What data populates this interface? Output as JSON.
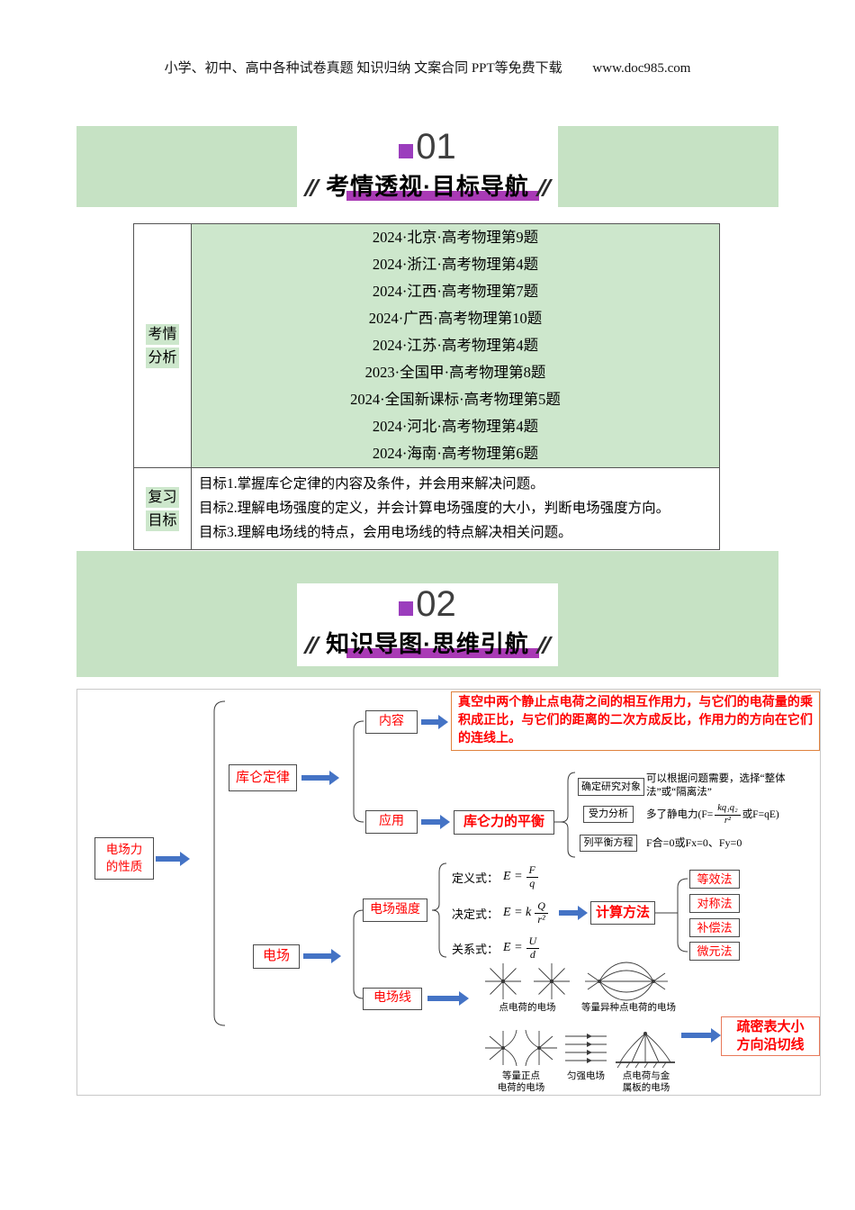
{
  "header": {
    "text": "小学、初中、高中各种试卷真题 知识归纳 文案合同 PPT等免费下载",
    "url": "www.doc985.com"
  },
  "sections": {
    "s1": {
      "number": "01",
      "title": "考情透视·目标导航"
    },
    "s2": {
      "number": "02",
      "title": "知识导图·思维引航"
    }
  },
  "table": {
    "analysis_label": [
      "考情",
      "分析"
    ],
    "exam_items": [
      "2024·北京·高考物理第9题",
      "2024·浙江·高考物理第4题",
      "2024·江西·高考物理第7题",
      "2024·广西·高考物理第10题",
      "2024·江苏·高考物理第4题",
      "2023·全国甲·高考物理第8题",
      "2024·全国新课标·高考物理第5题",
      "2024·河北·高考物理第4题",
      "2024·海南·高考物理第6题"
    ],
    "goals_label": [
      "复习",
      "目标"
    ],
    "goals": [
      "目标1.掌握库仑定律的内容及条件，并会用来解决问题。",
      "目标2.理解电场强度的定义，并会计算电场强度的大小，判断电场强度方向。",
      "目标3.理解电场线的特点，会用电场线的特点解决相关问题。"
    ]
  },
  "mindmap": {
    "root": "电场力\n的性质",
    "coulomb": "库仑定律",
    "content_label": "内容",
    "content_text": "真空中两个静止点电荷之间的相互作用力，与它们的电荷量的乘积成正比，与它们的距离的二次方成反比，作用力的方向在它们的连线上。",
    "apply_label": "应用",
    "balance_title": "库仑力的平衡",
    "balance_rows": [
      {
        "label": "确定研究对象",
        "desc": "可以根据问题需要，选择“整体法”或“隔离法”"
      },
      {
        "label": "受力分析",
        "desc_prefix": "多了静电力(F= ",
        "frac_num": "kq₁q₂",
        "frac_den": "r²",
        "desc_suffix": " 或F=qE)"
      },
      {
        "label": "列平衡方程",
        "desc": "F合=0或Fx=0、Fy=0"
      }
    ],
    "field": "电场",
    "strength_label": "电场强度",
    "formulas": [
      {
        "name": "定义式：",
        "lhs": "E =",
        "num": "F",
        "den": "q"
      },
      {
        "name": "决定式：",
        "lhs": "E = k",
        "num": "Q",
        "den": "r²"
      },
      {
        "name": "关系式：",
        "lhs": "E =",
        "num": "U",
        "den": "d"
      }
    ],
    "calc_label": "计算方法",
    "methods": [
      "等效法",
      "对称法",
      "补偿法",
      "微元法"
    ],
    "lines_label": "电场线",
    "diagram_labels": [
      "点电荷的电场",
      "等量异种点电荷的电场",
      "等量正点\n电荷的电场",
      "匀强电场",
      "点电荷与金\n属板的电场"
    ],
    "conclusion": "疏密表大小\n方向沿切线"
  },
  "colors": {
    "banner_green": "#c6e2c4",
    "cell_green": "#cde7cc",
    "accent_purple": "#9b3dbd",
    "highlight_magenta": "#a93ab5",
    "text_red": "#ff0000",
    "content_box_orange": "#e0823e",
    "conclusion_box_red": "#e8795a",
    "arrow_blue": "#4473c5"
  }
}
